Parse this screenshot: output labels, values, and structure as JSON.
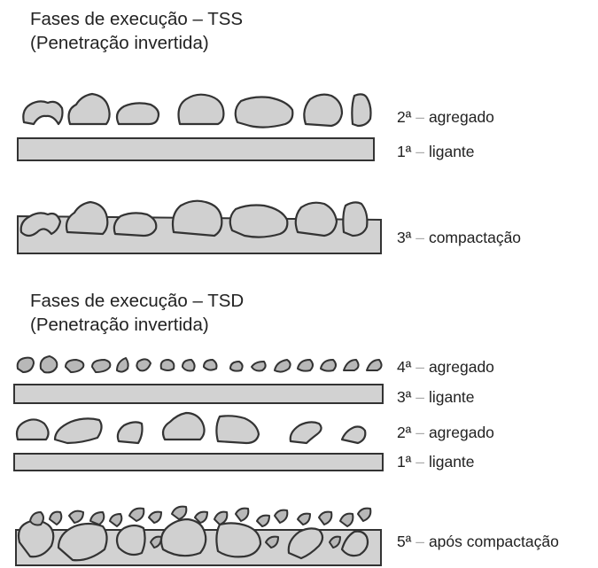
{
  "diagram": {
    "tss": {
      "title_line1": "Fases de execução – TSS",
      "title_line2": "(Penetração invertida)",
      "steps": [
        {
          "ordinal": "2ª",
          "text": "agregado"
        },
        {
          "ordinal": "1ª",
          "text": "ligante"
        },
        {
          "ordinal": "3ª",
          "text": "compactação"
        }
      ]
    },
    "tsd": {
      "title_line1": "Fases de execução – TSD",
      "title_line2": "(Penetração invertida)",
      "steps": [
        {
          "ordinal": "4ª",
          "text": "agregado"
        },
        {
          "ordinal": "3ª",
          "text": "ligante"
        },
        {
          "ordinal": "2ª",
          "text": "agregado"
        },
        {
          "ordinal": "1ª",
          "text": "ligante"
        },
        {
          "ordinal": "5ª",
          "text": "após compactação"
        }
      ]
    },
    "colors": {
      "binder": "#d2d2d2",
      "aggregate": "#d0d0d0",
      "small_aggregate": "#b8b8b8",
      "outline": "#333333"
    }
  }
}
